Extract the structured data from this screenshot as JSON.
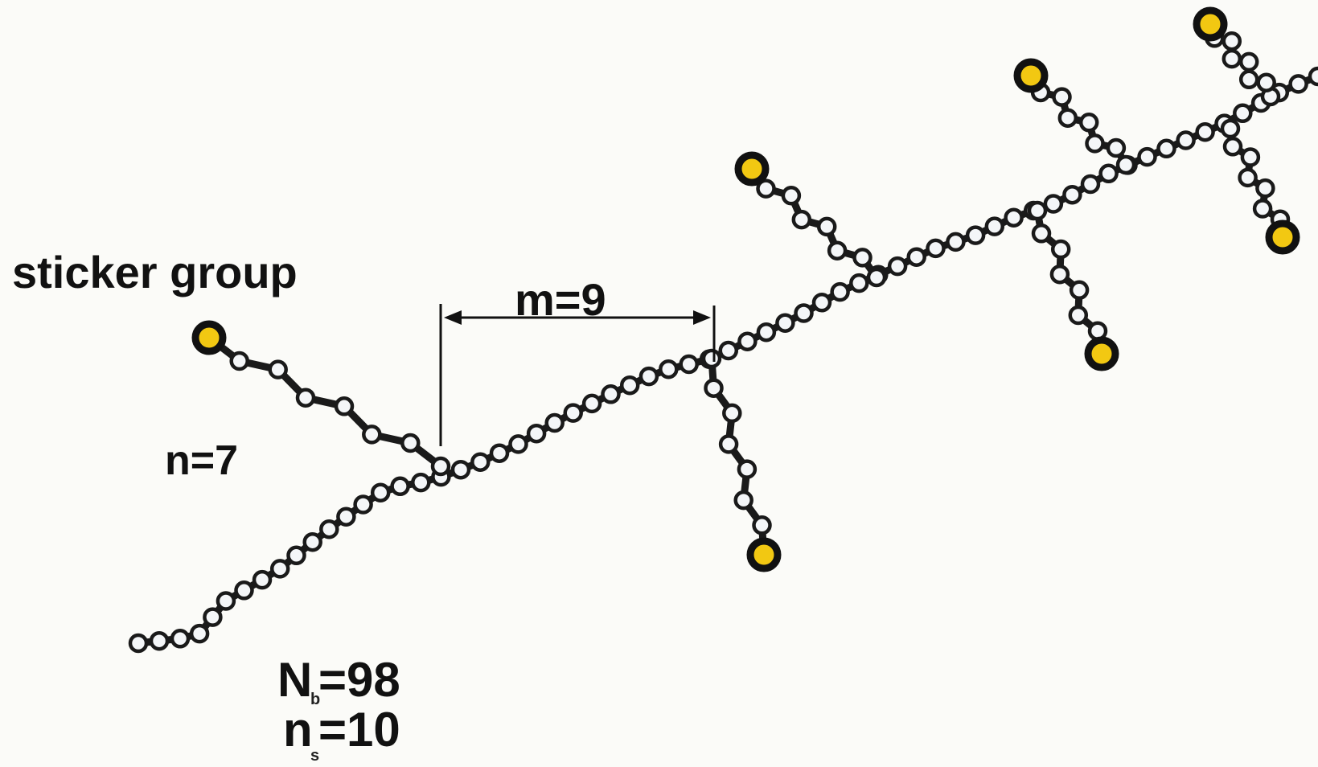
{
  "labels": {
    "sticker_group": "sticker group",
    "spacer": "m=9",
    "branch_length": "n=7",
    "backbone_main": "N",
    "backbone_sub": "b",
    "backbone_value": "=98",
    "branches_main": "n",
    "branches_sub": "s",
    "branches_value": "=10"
  },
  "colors": {
    "bead_fill": "#f4f6f8",
    "bead_stroke": "#1a1a1a",
    "sticker_fill": "#f2c812",
    "sticker_stroke": "#111111",
    "bond": "#1a1a1a",
    "arrow": "#111111"
  }
}
